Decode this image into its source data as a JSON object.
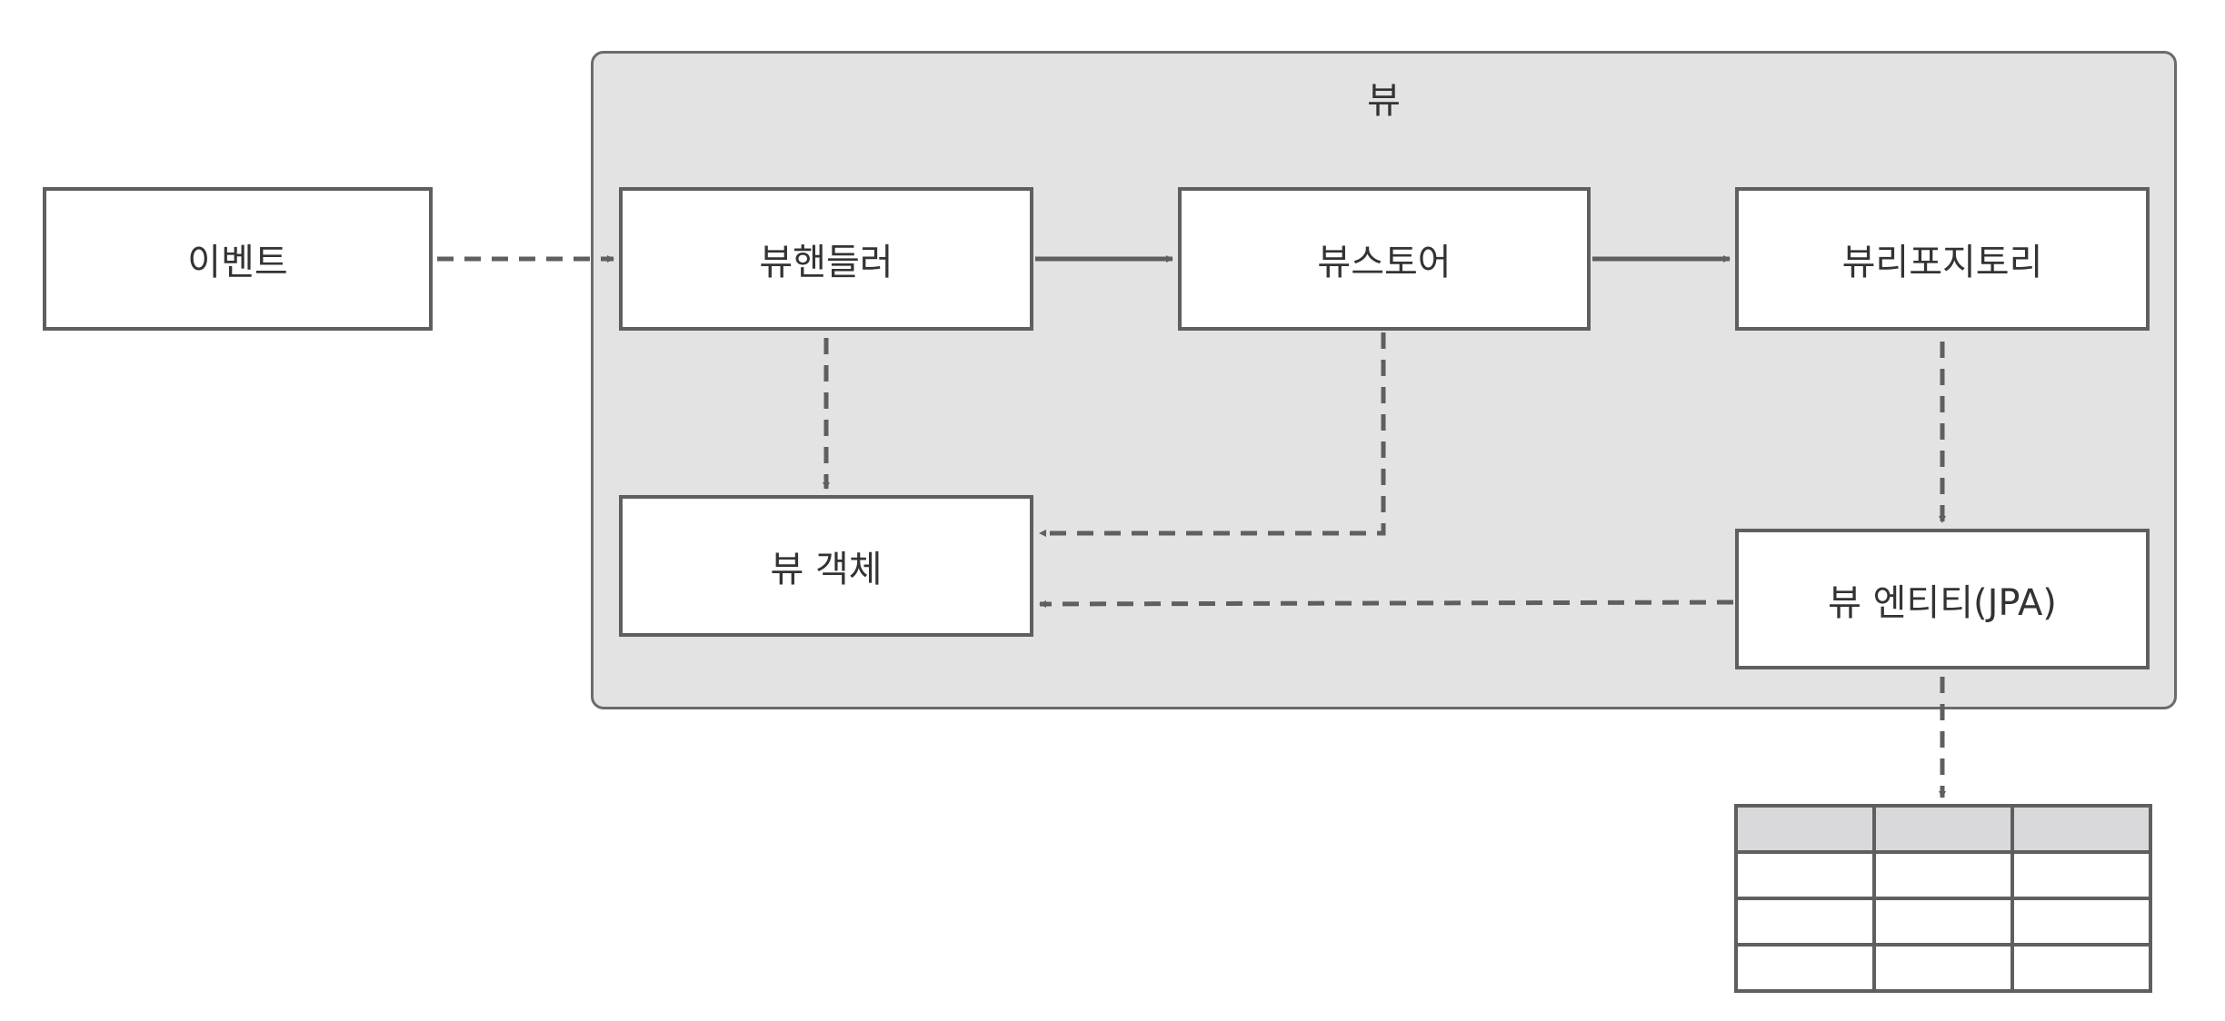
{
  "container": {
    "label": "뷰"
  },
  "nodes": {
    "event": "이벤트",
    "view_handler": "뷰핸들러",
    "view_store": "뷰스토어",
    "view_repository": "뷰리포지토리",
    "view_object": "뷰 객체",
    "view_entity": "뷰 엔티티(JPA)"
  },
  "table": {
    "columns": 3,
    "header_rows": 1,
    "body_rows": 3
  },
  "colors": {
    "line": "#5f5f5f",
    "container_bg": "#e3e3e3",
    "table_header": "#d9d9dc"
  }
}
